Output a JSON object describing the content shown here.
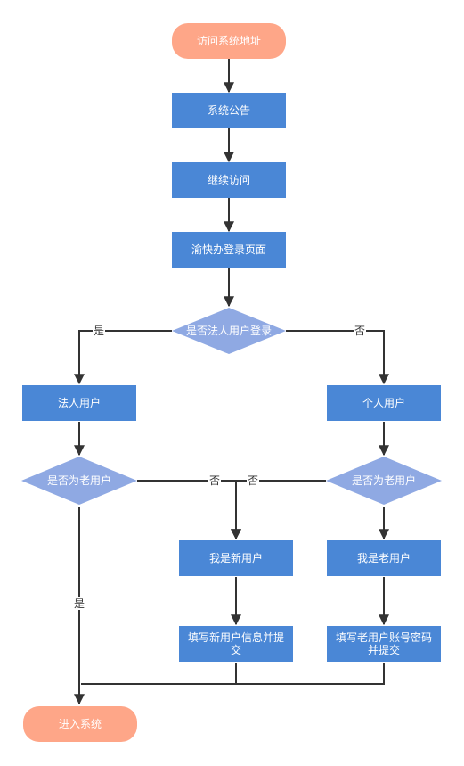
{
  "colors": {
    "terminal": "#fea688",
    "process": "#4a87d6",
    "decision": "#8fa9e3",
    "line": "#333333",
    "text_on_shape": "#ffffff",
    "text_edge": "#333333"
  },
  "nodes": {
    "start": "访问系统地址",
    "notice": "系统公告",
    "continue": "继续访问",
    "login_page": "渝快办登录页面",
    "is_legal": "是否法人用户登录",
    "legal_user": "法人用户",
    "personal_user": "个人用户",
    "legal_is_old": "是否为老用户",
    "personal_is_old": "是否为老用户",
    "new_user": "我是新用户",
    "old_user": "我是老用户",
    "fill_new": "填写新用户信息并提交",
    "fill_old": "填写老用户账号密码并提交",
    "end": "进入系统"
  },
  "edge_labels": {
    "yes_legal": "是",
    "no_legal": "否",
    "no_left": "否",
    "no_right": "否",
    "yes_old": "是"
  }
}
